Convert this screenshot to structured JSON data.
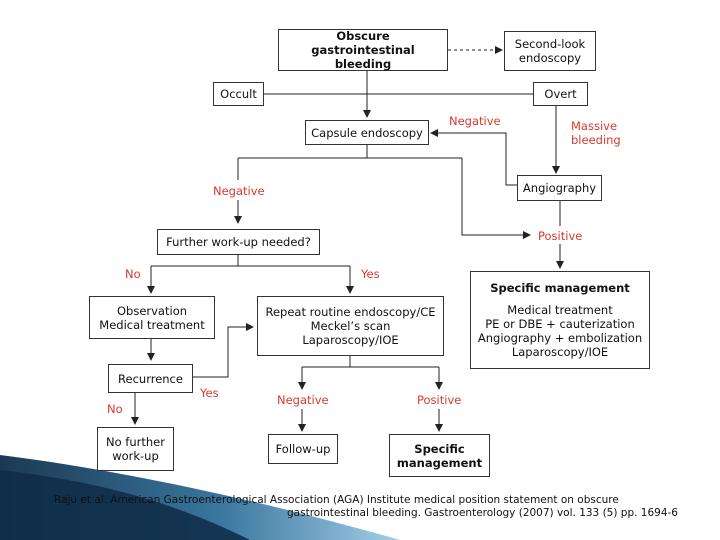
{
  "nodes": {
    "obscure": "Obscure gastrointestinal bleeding",
    "second_look": "Second-look endoscopy",
    "occult": "Occult",
    "overt": "Overt",
    "capsule": "Capsule endoscopy",
    "angiography": "Angiography",
    "further": "Further work-up needed?",
    "observation": [
      "Observation",
      "Medical treatment"
    ],
    "repeat": [
      "Repeat routine endoscopy/CE",
      "Meckel’s scan",
      "Laparoscopy/IOE"
    ],
    "recurrence": "Recurrence",
    "no_further": [
      "No further",
      "work-up"
    ],
    "followup": "Follow-up",
    "specific_small": [
      "Specific",
      "management"
    ],
    "specific_big_title": "Specific management",
    "specific_big_items": [
      "Medical treatment",
      "PE or DBE + cauterization",
      "Angiography + embolization",
      "Laparoscopy/IOE"
    ]
  },
  "labels": {
    "negative_top": "Negative",
    "massive": [
      "Massive",
      "bleeding"
    ],
    "negative_mid": "Negative",
    "positive_mid": "Positive",
    "no_left": "No",
    "yes_right": "Yes",
    "yes_loop": "Yes",
    "no_bottom": "No",
    "negative_bottom": "Negative",
    "positive_bottom": "Positive"
  },
  "caption": {
    "line1": "Raju et al. American Gastroenterological Association (AGA) Institute medical position statement on obscure",
    "line2": "gastrointestinal bleeding. Gastroenterology (2007) vol. 133 (5) pp. 1694-6"
  },
  "colors": {
    "accent_red": "#d8392b",
    "line": "#333333",
    "band_dark": "#0f2e4a",
    "band_light": "#5fa3cc"
  }
}
